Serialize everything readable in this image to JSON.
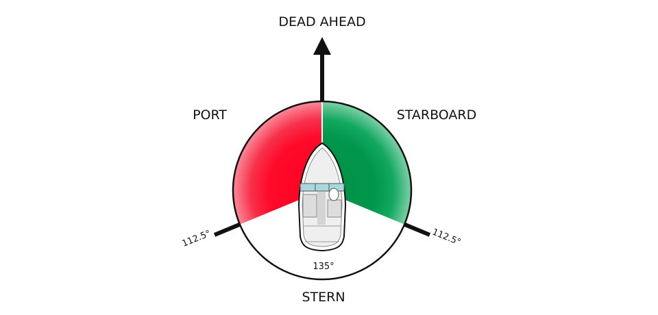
{
  "labels": {
    "ahead": "DEAD AHEAD",
    "port": "PORT",
    "starboard": "STARBOARD",
    "stern": "STERN",
    "port_angle": "112.5°",
    "starboard_angle": "112.5°",
    "stern_angle": "135°"
  },
  "colors": {
    "port": "#ff0022",
    "starboard": "#00994d",
    "windshield": "#a8d8de"
  },
  "sectors_deg": {
    "port": 112.5,
    "starboard": 112.5,
    "stern": 135
  }
}
